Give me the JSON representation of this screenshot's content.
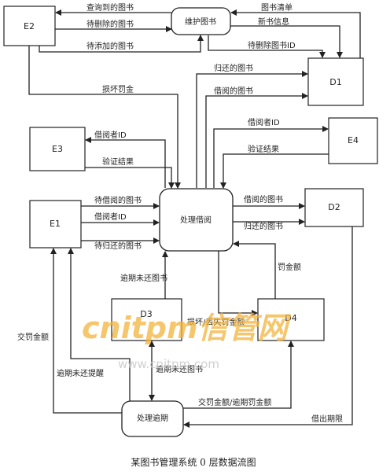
{
  "caption": "某图书管理系统 0 层数据流图",
  "watermark": {
    "brand": "cnitpm信管网",
    "url": "www.cnitpm.com"
  },
  "nodes": {
    "E2": "E2",
    "E3": "E3",
    "E1": "E1",
    "E4": "E4",
    "D1": "D1",
    "D2": "D2",
    "D3": "D3",
    "D4": "D4",
    "maintain": "维护图书",
    "borrow": "处理借阅",
    "overdue": "处理逾期"
  },
  "flows": {
    "query_books": "查询到的图书",
    "to_delete_books": "待删除的图书",
    "to_add_books": "待添加的图书",
    "book_list": "图书清单",
    "new_book_info": "新书信息",
    "to_delete_book_id": "待删除图书ID",
    "damage_fine": "损坏罚金",
    "returned_books": "归还的图书",
    "borrowed_books_d1": "借阅的图书",
    "borrower_id_e3": "借阅者ID",
    "verify_result_e3": "验证结果",
    "borrower_id_e4": "借阅者ID",
    "verify_result_e4": "验证结果",
    "to_borrow_books": "待借阅的图书",
    "borrower_id_e1": "借阅者ID",
    "to_return_books": "待归还的图书",
    "borrowed_books_d2": "借阅的图书",
    "returned_books_d2": "归还的图书",
    "fine_amount": "罚金额",
    "overdue_unreturned": "逾期未还图书",
    "damage_lost_fine": "损坏/丢失罚金额",
    "overdue_unreturned_2": "逾期未还图书",
    "pay_fine": "交罚金额",
    "overdue_reminder": "逾期未还提醒",
    "pay_fine_overdue": "交罚金额/逾期罚金额",
    "exceed_limit": "借出期限"
  }
}
